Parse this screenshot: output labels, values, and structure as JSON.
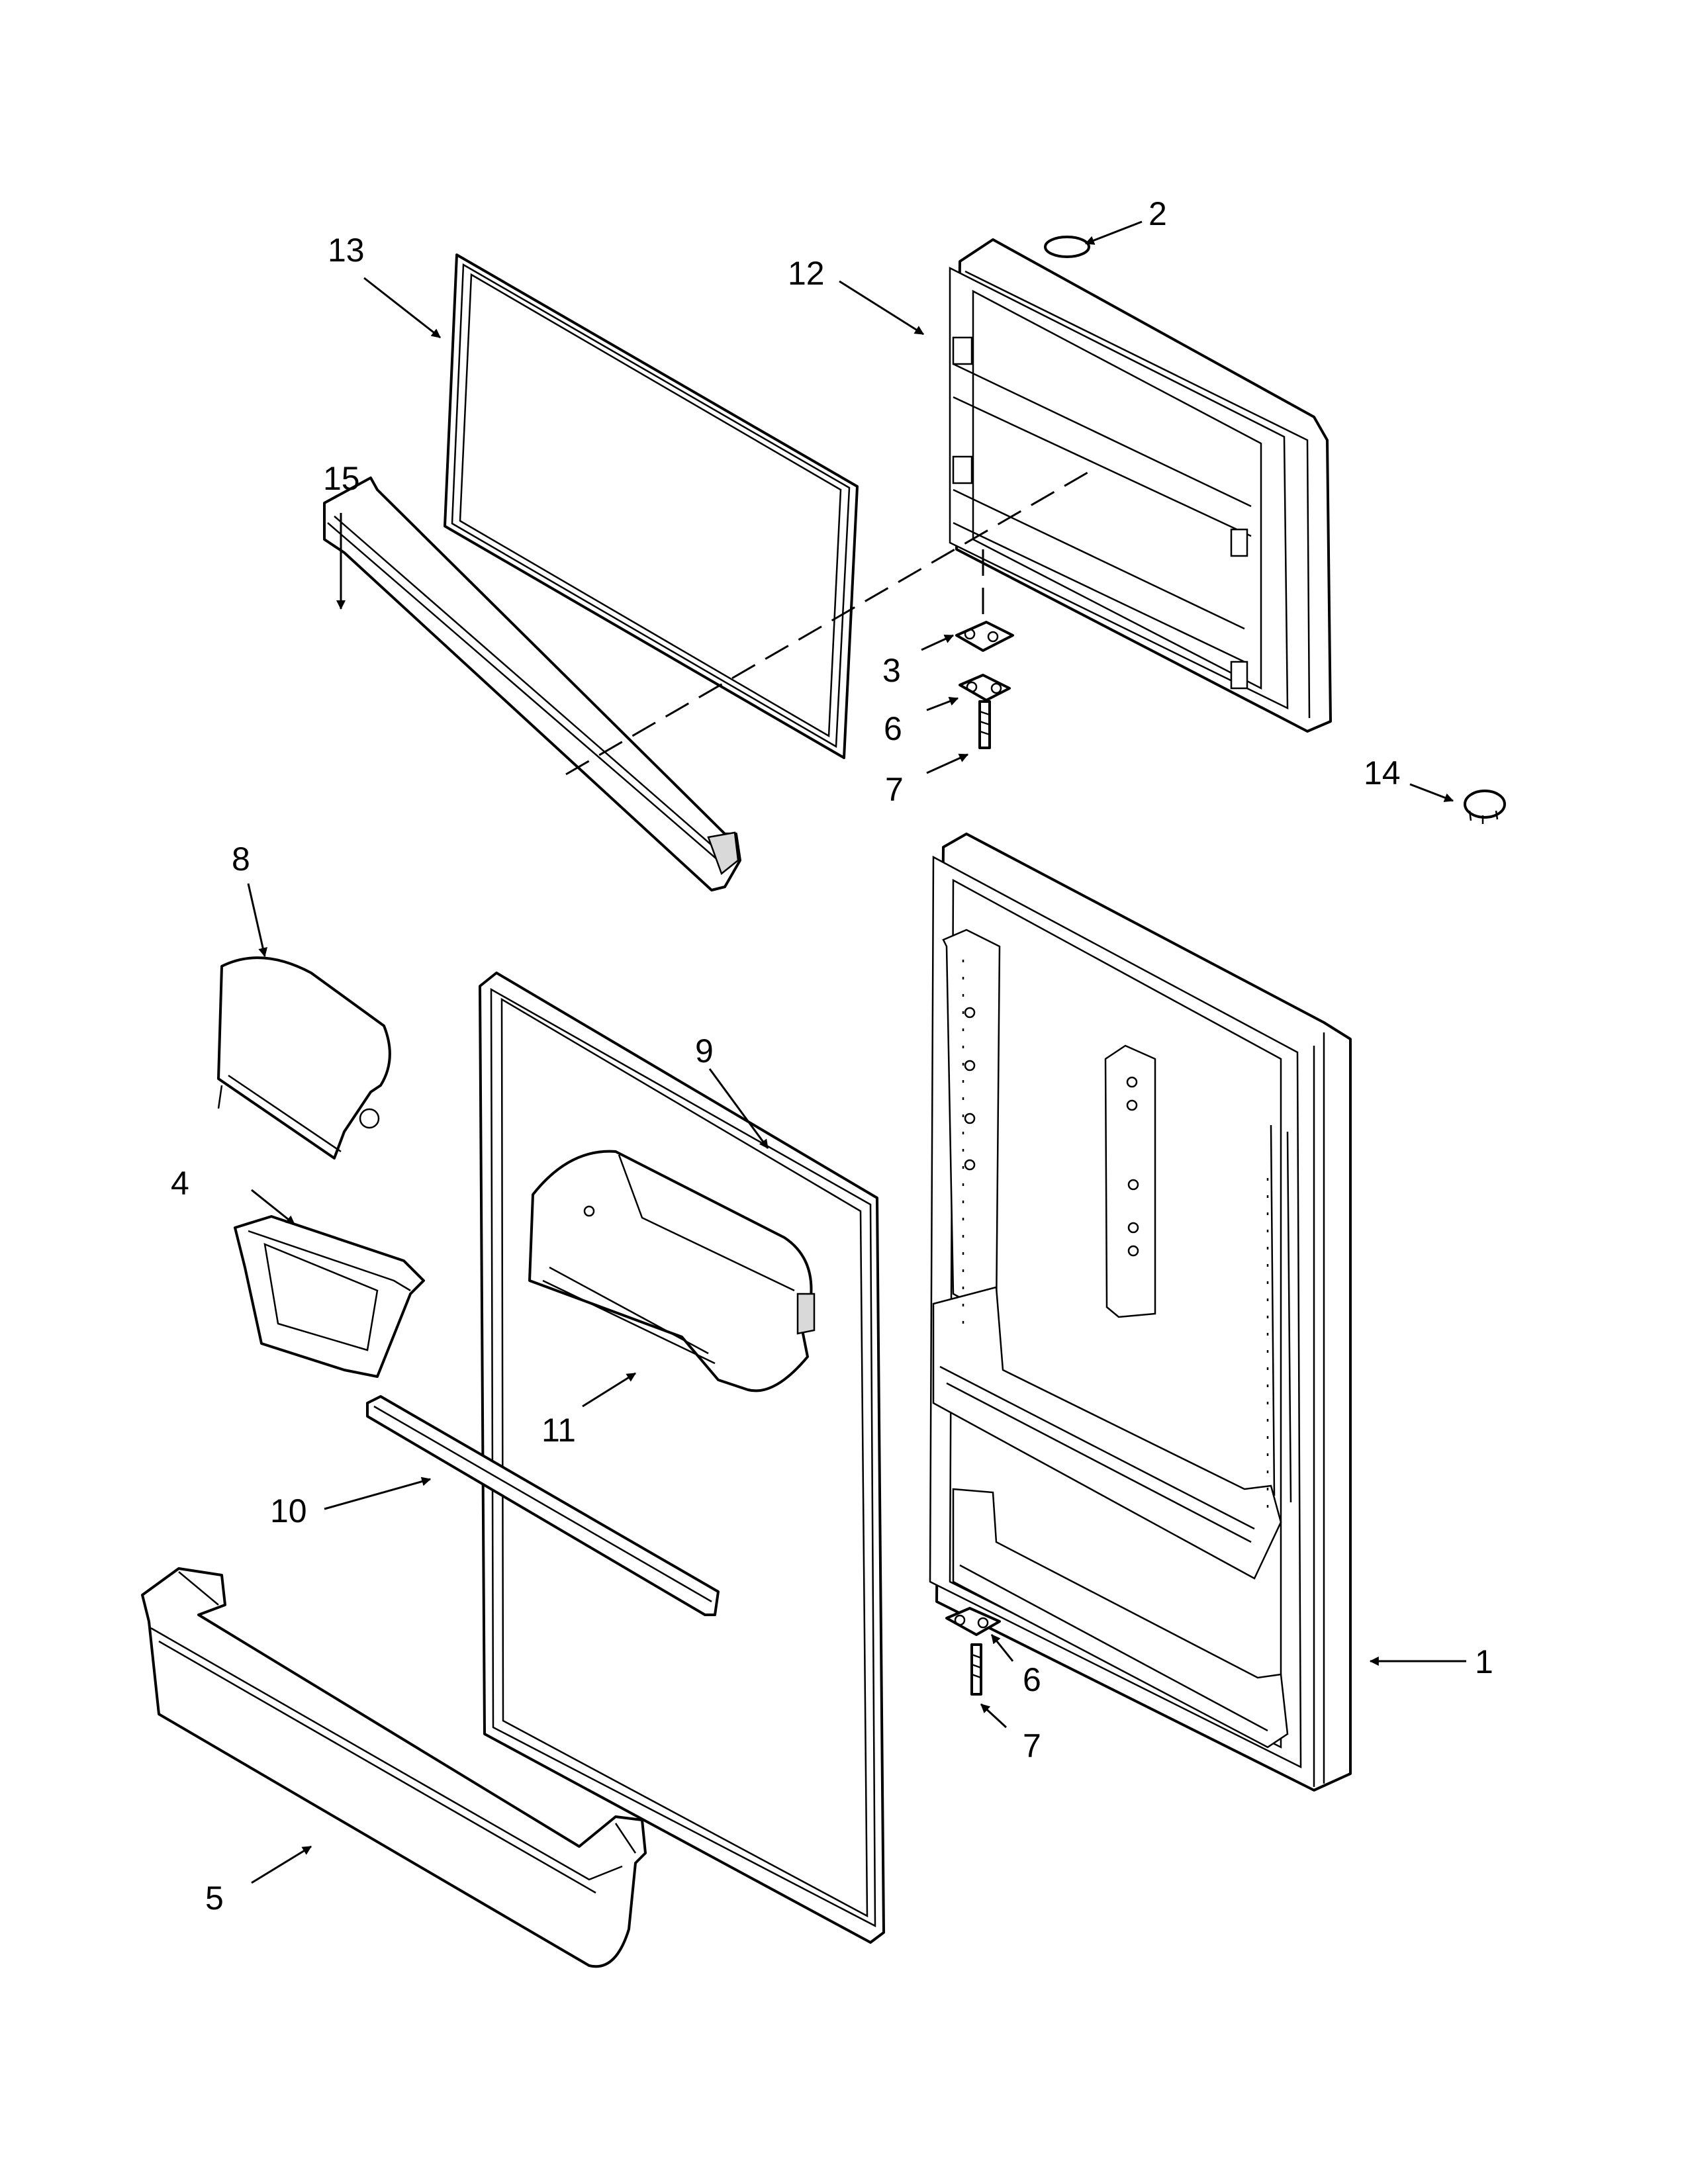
{
  "callouts": {
    "c1": "1",
    "c2": "2",
    "c3": "3",
    "c4": "4",
    "c5": "5",
    "c6a": "6",
    "c6b": "6",
    "c7a": "7",
    "c7b": "7",
    "c8": "8",
    "c9": "9",
    "c10": "10",
    "c11": "11",
    "c12": "12",
    "c13": "13",
    "c14": "14",
    "c15": "15"
  },
  "colors": {
    "line": "#000000",
    "background": "#ffffff",
    "shade": "#d9d9d9"
  }
}
